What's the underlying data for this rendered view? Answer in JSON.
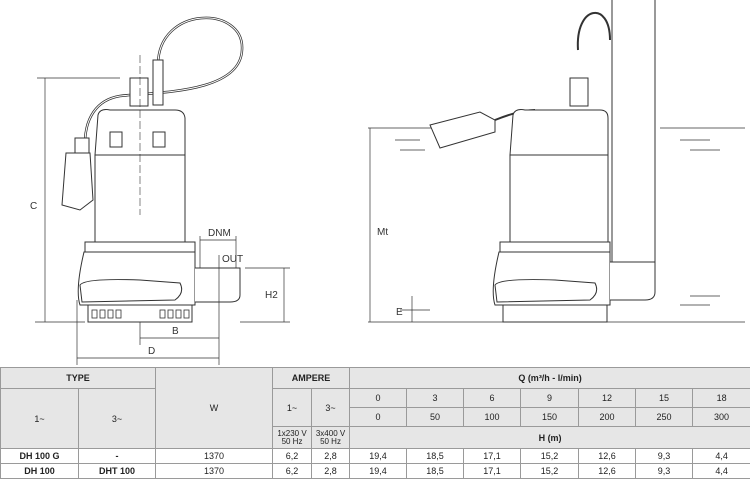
{
  "drawing": {
    "left_labels": {
      "c": "C",
      "dnm": "DNM",
      "out": "OUT",
      "h2": "H2",
      "b": "B",
      "d": "D"
    },
    "right_labels": {
      "mt": "Mt",
      "e": "E"
    }
  },
  "table": {
    "type_header": "TYPE",
    "phase1": "1~",
    "phase3": "3~",
    "w_header": "W",
    "ampere_header": "AMPERE",
    "amp_phase1": "1~",
    "amp_phase3": "3~",
    "volt1": "1x230 V 50 Hz",
    "volt3": "3x400 V 50 Hz",
    "q_header": "Q (m³/h - l/min)",
    "h_header": "H (m)",
    "q_m3h": [
      "0",
      "3",
      "6",
      "9",
      "12",
      "15",
      "18"
    ],
    "q_lmin": [
      "0",
      "50",
      "100",
      "150",
      "200",
      "250",
      "300"
    ],
    "rows": [
      {
        "type1": "DH 100 G",
        "type3": "-",
        "w": "1370",
        "a1": "6,2",
        "a3": "2,8",
        "h": [
          "19,4",
          "18,5",
          "17,1",
          "15,2",
          "12,6",
          "9,3",
          "4,4"
        ]
      },
      {
        "type1": "DH 100",
        "type3": "DHT 100",
        "w": "1370",
        "a1": "6,2",
        "a3": "2,8",
        "h": [
          "19,4",
          "18,5",
          "17,1",
          "15,2",
          "12,6",
          "9,3",
          "4,4"
        ]
      }
    ]
  }
}
